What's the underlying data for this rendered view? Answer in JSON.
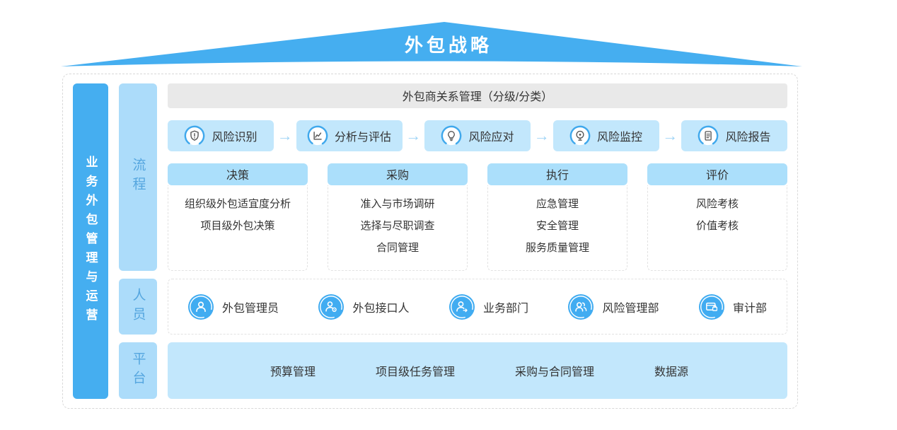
{
  "page": {
    "title": "外包战略",
    "side_label": "业务外包管理与运营"
  },
  "row_labels": {
    "process": "流程",
    "people": "人员",
    "platform": "平台"
  },
  "relationship_bar": {
    "text": "外包商关系管理（分级/分类）"
  },
  "risk_flow": {
    "arrow": "→",
    "steps": [
      {
        "label": "风险识别",
        "icon": "shield-alert-icon"
      },
      {
        "label": "分析与评估",
        "icon": "line-chart-icon"
      },
      {
        "label": "风险应对",
        "icon": "lightbulb-icon"
      },
      {
        "label": "风险监控",
        "icon": "monitor-icon"
      },
      {
        "label": "风险报告",
        "icon": "report-icon"
      }
    ]
  },
  "phases": [
    {
      "title": "决策",
      "items": [
        "组织级外包适宜度分析",
        "项目级外包决策"
      ]
    },
    {
      "title": "采购",
      "items": [
        "准入与市场调研",
        "选择与尽职调查",
        "合同管理"
      ]
    },
    {
      "title": "执行",
      "items": [
        "应急管理",
        "安全管理",
        "服务质量管理"
      ]
    },
    {
      "title": "评价",
      "items": [
        "风险考核",
        "价值考核"
      ]
    }
  ],
  "people": [
    {
      "label": "外包管理员",
      "icon": "user-icon"
    },
    {
      "label": "外包接口人",
      "icon": "user-gear-icon"
    },
    {
      "label": "业务部门",
      "icon": "user-arrow-icon"
    },
    {
      "label": "风险管理部",
      "icon": "users-icon"
    },
    {
      "label": "审计部",
      "icon": "audit-card-icon"
    }
  ],
  "platform": {
    "items": [
      "预算管理",
      "项目级任务管理",
      "采购与合同管理",
      "数据源"
    ]
  },
  "colors": {
    "primary_blue": "#45AEF0",
    "label_block_blue": "#ACDCFA",
    "box_light_blue": "#C2E7FC",
    "card_header_blue": "#ABDFFB",
    "gray_bar": "#E9E9E9",
    "label_text_blue": "#55A6DF",
    "arrow_blue": "#9FD4F6",
    "dark_text": "#333333"
  }
}
